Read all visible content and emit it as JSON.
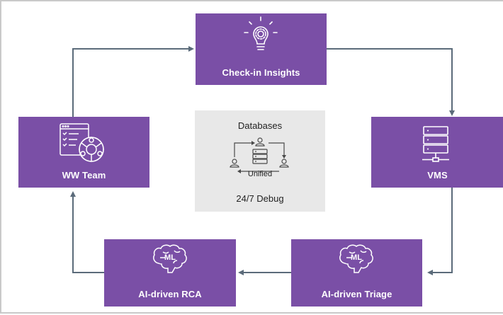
{
  "nodes": {
    "check_in_insights": {
      "label": "Check-in Insights",
      "icon": "lightbulb-gear-icon"
    },
    "vms": {
      "label": "VMS",
      "icon": "server-rack-icon"
    },
    "ai_triage": {
      "label": "AI-driven Triage",
      "icon": "brain-ml-icon",
      "icon_text": "ML"
    },
    "ai_rca": {
      "label": "AI-driven RCA",
      "icon": "brain-ml-icon",
      "icon_text": "ML"
    },
    "ww_team": {
      "label": "WW Team",
      "icon": "checklist-globe-icon"
    }
  },
  "center": {
    "title": "Databases",
    "caption": "Unified",
    "subtitle": "24/7 Debug",
    "icon": "unified-database-users-icon"
  },
  "colors": {
    "box": "#7a4fa6",
    "arrow": "#5b6b7a",
    "center_panel": "#e8e8e8"
  }
}
